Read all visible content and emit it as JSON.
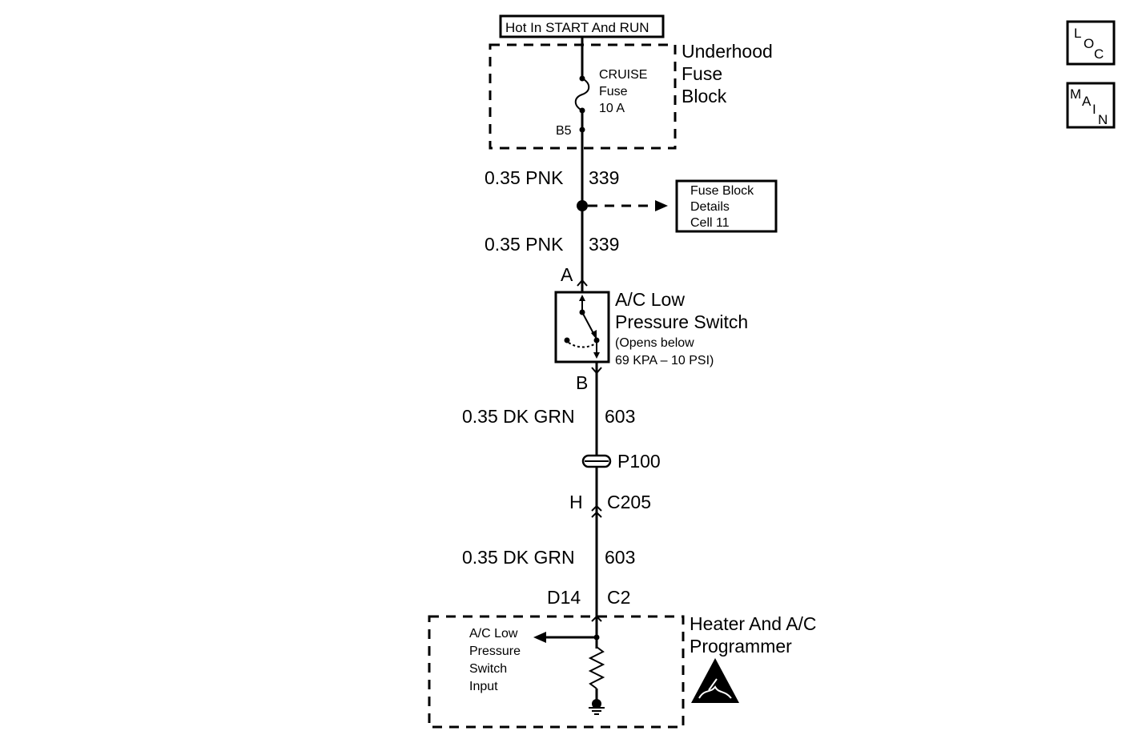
{
  "power_source": {
    "label": "Hot In START And RUN"
  },
  "underhood_fuse_block": {
    "title_line1": "Underhood",
    "title_line2": "Fuse",
    "title_line3": "Block",
    "fuse_name": "CRUISE",
    "fuse_word": "Fuse",
    "fuse_rating": "10 A",
    "terminal": "B5"
  },
  "wire_upper_1": {
    "gauge_color": "0.35 PNK",
    "circuit": "339"
  },
  "wire_upper_2": {
    "gauge_color": "0.35 PNK",
    "circuit": "339"
  },
  "fuse_block_details": {
    "line1": "Fuse Block",
    "line2": "Details",
    "line3": "Cell 11"
  },
  "ac_low_pressure_switch": {
    "terminal_top": "A",
    "terminal_bottom": "B",
    "title_line1": "A/C Low",
    "title_line2": "Pressure Switch",
    "note_line1": "(Opens below",
    "note_line2": "69 KPA – 10 PSI)"
  },
  "wire_lower_1": {
    "gauge_color": "0.35 DK GRN",
    "circuit": "603"
  },
  "splice": {
    "label": "P100"
  },
  "connector_c205": {
    "pin": "H",
    "name": "C205"
  },
  "wire_lower_2": {
    "gauge_color": "0.35 DK GRN",
    "circuit": "603"
  },
  "connector_c2": {
    "pin": "D14",
    "name": "C2"
  },
  "programmer": {
    "title_line1": "Heater And A/C",
    "title_line2": "Programmer",
    "input_line1": "A/C Low",
    "input_line2": "Pressure",
    "input_line3": "Switch",
    "input_line4": "Input"
  },
  "nav": {
    "loc": {
      "l": "L",
      "o": "O",
      "c": "C"
    },
    "main": {
      "m": "M",
      "a": "A",
      "i": "I",
      "n": "N"
    }
  },
  "icons": [
    "fuse-icon",
    "splice-icon",
    "ground-icon",
    "esd-warning-icon",
    "switch-icon",
    "resistor-icon",
    "arrow-icon"
  ]
}
